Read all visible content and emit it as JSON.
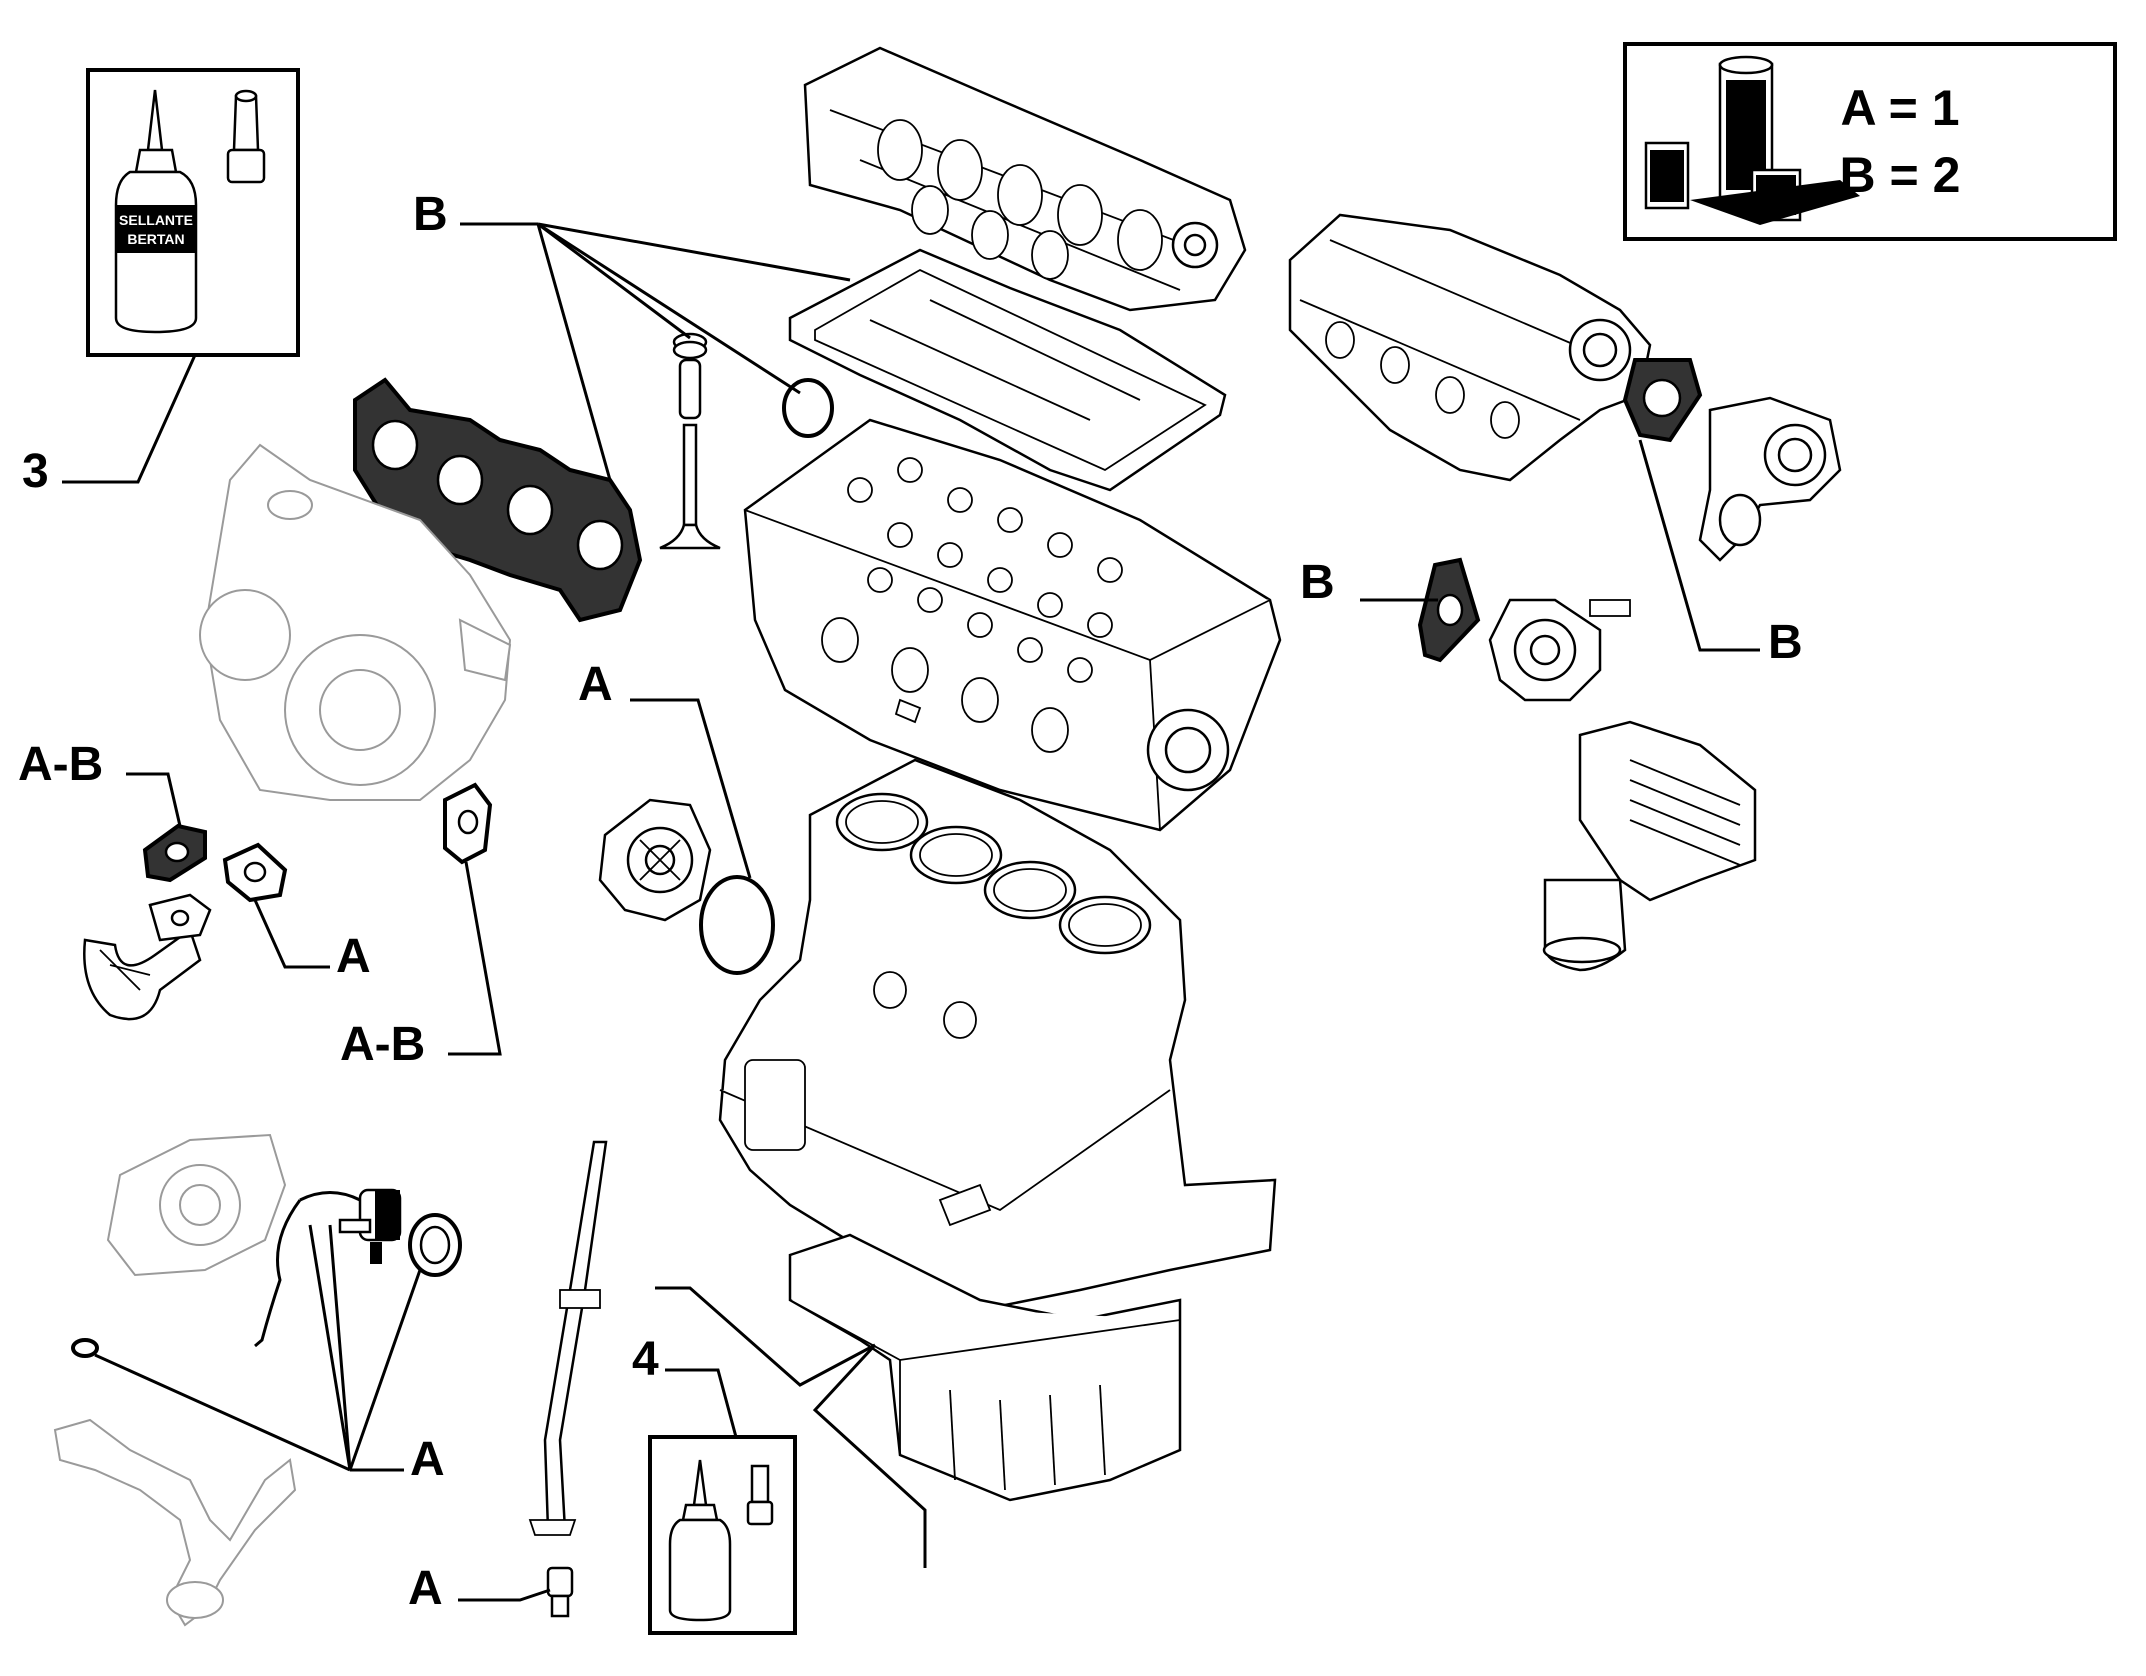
{
  "diagram": {
    "legend": {
      "lines": [
        "A = 1",
        "B = 2"
      ],
      "product_icon": "fiat-product-cans-icon"
    },
    "callouts": {
      "sealant_kit_3": "3",
      "sealant_kit_4": "4",
      "head_gasket_group": "B",
      "exhaust_gasket_ab": "A-B",
      "egr_gasket_a": "A",
      "turbo_oil_gasket_ab": "A-B",
      "water_pump_ring": "A",
      "vacuum_pump_gasket": "B",
      "intake_gasket": "B",
      "front_cover_seals": "A",
      "dipstick_plug": "A"
    },
    "tube_labels": {
      "large_tube": "SELLANTE",
      "large_tube_line2": "BERTAN"
    },
    "colors": {
      "ink": "#000000",
      "faint": "#9a9a9a",
      "background": "#ffffff"
    }
  }
}
